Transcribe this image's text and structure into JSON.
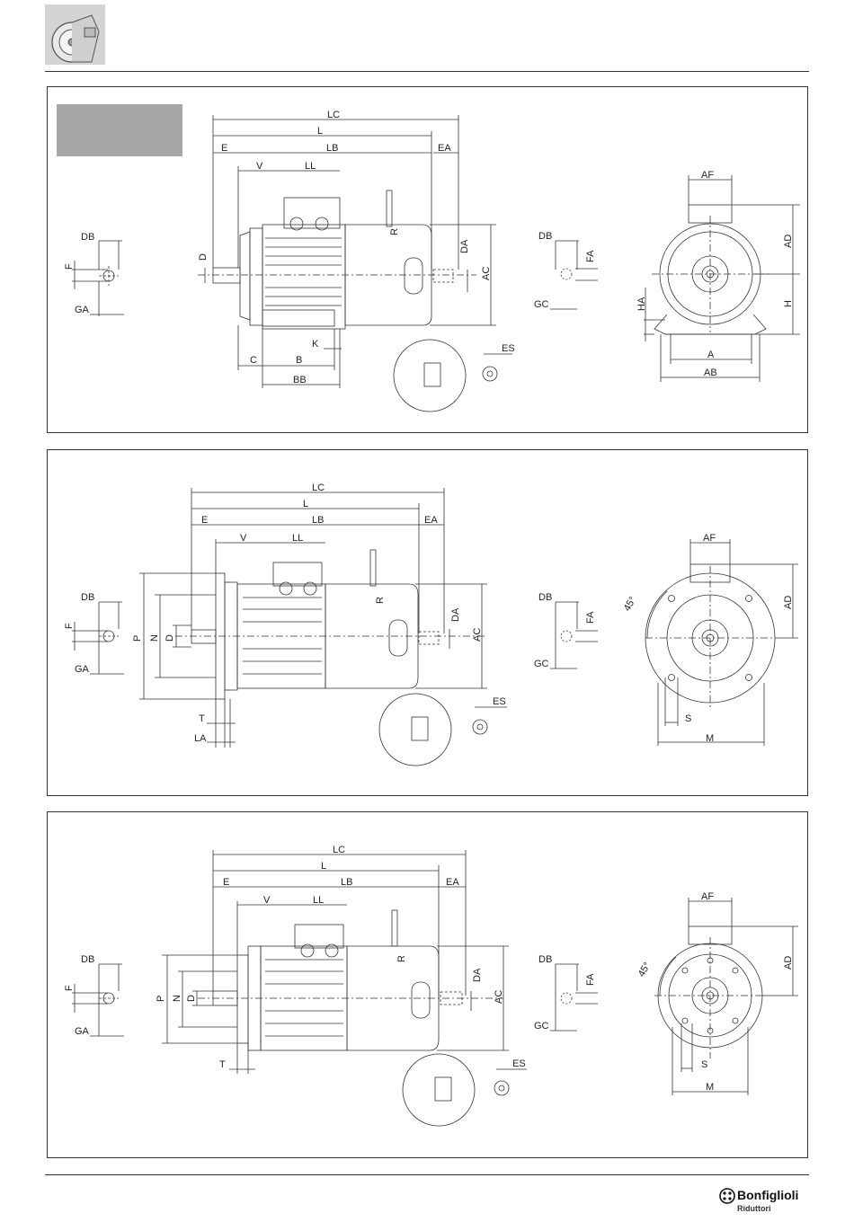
{
  "header": {
    "thumbnail_icon": "motor-thumbnail-icon"
  },
  "footer": {
    "brand_name": "Bonfiglioli",
    "brand_sub": "Riduttori",
    "logo_icon": "bonfiglioli-logo-icon"
  },
  "panels": [
    {
      "shaft_labels": {
        "db": "DB",
        "f": "F",
        "ga": "GA"
      },
      "side_labels": {
        "lc": "LC",
        "l": "L",
        "e": "E",
        "lb": "LB",
        "ea": "EA",
        "v": "V",
        "ll": "LL",
        "d": "D",
        "r": "R",
        "da": "DA",
        "ac": "AC",
        "c": "C",
        "b": "B",
        "k": "K",
        "bb": "BB",
        "es": "ES"
      },
      "rear_shaft_labels": {
        "db": "DB",
        "fa": "FA",
        "gc": "GC"
      },
      "front_labels": {
        "af": "AF",
        "ad": "AD",
        "ha": "HA",
        "h": "H",
        "a": "A",
        "ab": "AB"
      }
    },
    {
      "shaft_labels": {
        "db": "DB",
        "f": "F",
        "ga": "GA"
      },
      "side_labels": {
        "lc": "LC",
        "l": "L",
        "e": "E",
        "lb": "LB",
        "ea": "EA",
        "v": "V",
        "ll": "LL",
        "p": "P",
        "n": "N",
        "d": "D",
        "r": "R",
        "da": "DA",
        "ac": "AC",
        "t": "T",
        "la": "LA",
        "es": "ES"
      },
      "rear_shaft_labels": {
        "db": "DB",
        "fa": "FA",
        "gc": "GC"
      },
      "front_labels": {
        "af": "AF",
        "ad": "AD",
        "angle": "45°",
        "s": "S",
        "m": "M"
      }
    },
    {
      "shaft_labels": {
        "db": "DB",
        "f": "F",
        "ga": "GA"
      },
      "side_labels": {
        "lc": "LC",
        "l": "L",
        "e": "E",
        "lb": "LB",
        "ea": "EA",
        "v": "V",
        "ll": "LL",
        "p": "P",
        "n": "N",
        "d": "D",
        "r": "R",
        "da": "DA",
        "ac": "AC",
        "t": "T",
        "es": "ES"
      },
      "rear_shaft_labels": {
        "db": "DB",
        "fa": "FA",
        "gc": "GC"
      },
      "front_labels": {
        "af": "AF",
        "ad": "AD",
        "angle": "45°",
        "s": "S",
        "m": "M"
      }
    }
  ]
}
